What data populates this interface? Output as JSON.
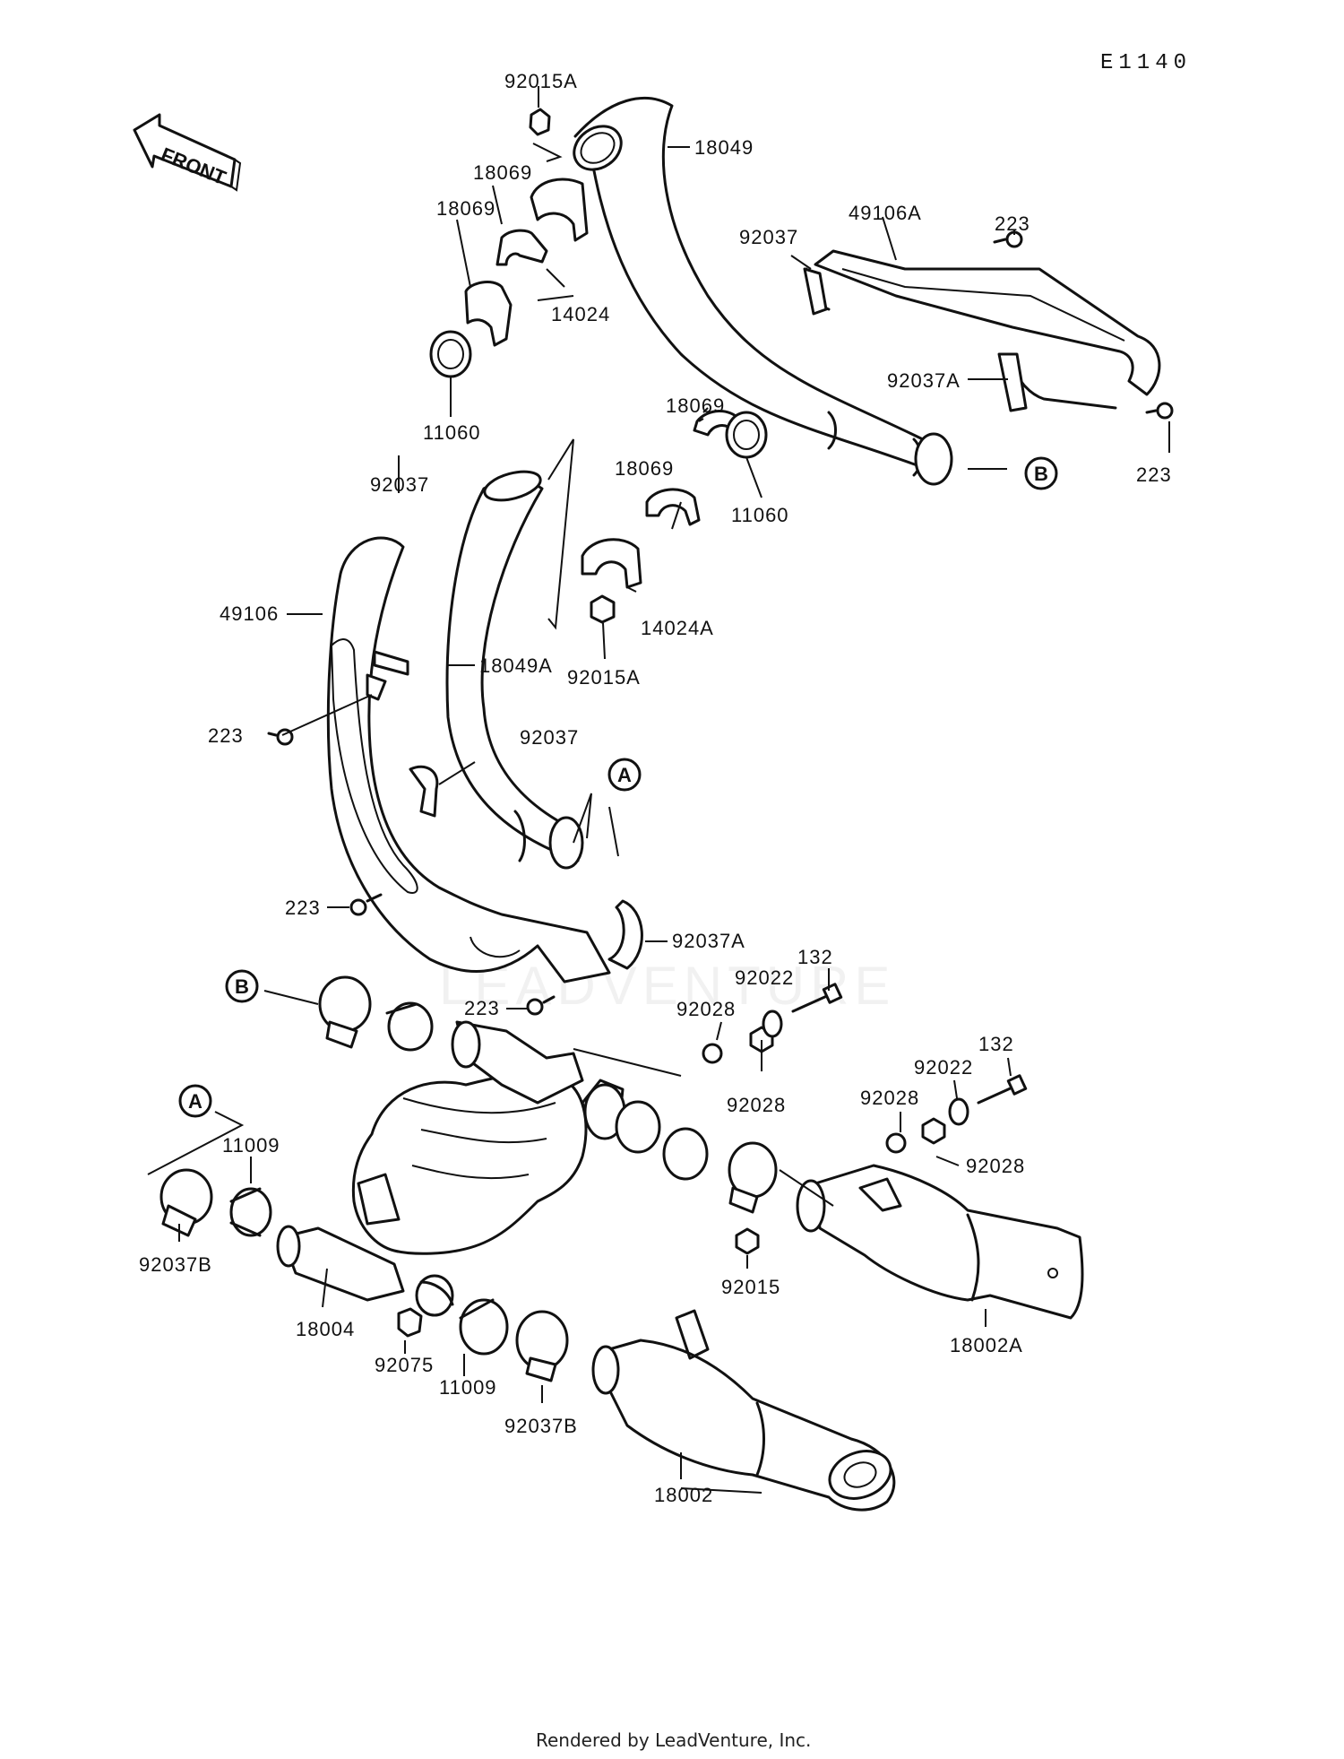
{
  "diagram_code": "E1140",
  "front_label": "FRONT",
  "watermark": "LEADVENTURE",
  "footer": "Rendered by LeadVenture, Inc.",
  "refs": {
    "a": "A",
    "b": "B"
  },
  "labels": {
    "p92015a_top": "92015A",
    "p18049": "18049",
    "p18069_a": "18069",
    "p18069_b": "18069",
    "p14024": "14024",
    "p11060_left": "11060",
    "p49106a": "49106A",
    "p223_top": "223",
    "p92037_top": "92037",
    "p92037a_top": "92037A",
    "p223_right": "223",
    "p18069_c": "18069",
    "p18069_d": "18069",
    "p11060_right": "11060",
    "p14024a": "14024A",
    "p92015a_mid": "92015A",
    "p92037_mid": "92037",
    "p49106": "49106",
    "p18049a": "18049A",
    "p223_left": "223",
    "p92037_low": "92037",
    "p223_low": "223",
    "p92037a_low": "92037A",
    "p223_center": "223",
    "p92028_a": "92028",
    "p92022_a": "92022",
    "p132_a": "132",
    "p92028_b": "92028",
    "p132_b": "132",
    "p92022_b": "92022",
    "p92028_c": "92028",
    "p92028_d": "92028",
    "p11009_left": "11009",
    "p92037b_left": "92037B",
    "p18004": "18004",
    "p92075": "92075",
    "p11009_bottom": "11009",
    "p92037b_bottom": "92037B",
    "p92015": "92015",
    "p18002a": "18002A",
    "p18002": "18002"
  }
}
